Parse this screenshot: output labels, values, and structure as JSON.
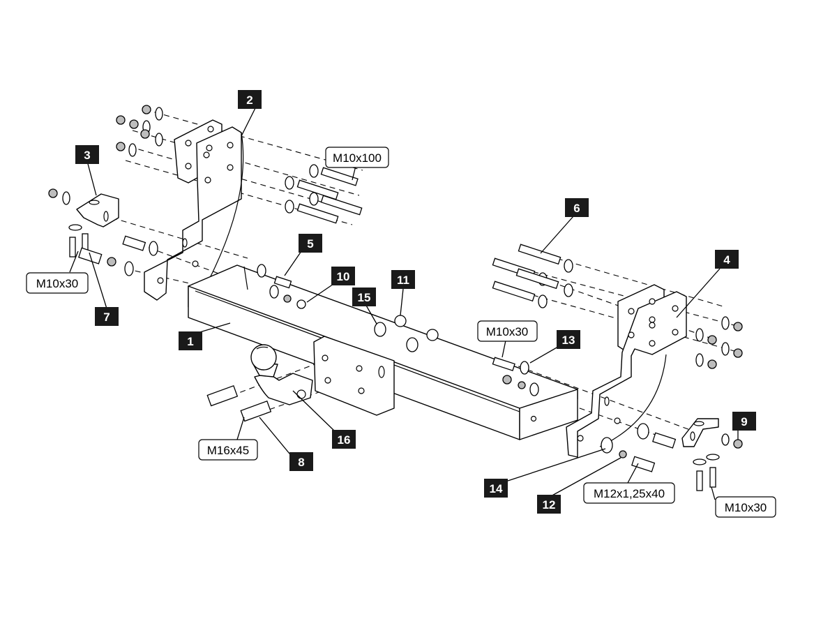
{
  "part_numbers": {
    "p1": "1",
    "p2": "2",
    "p3": "3",
    "p4": "4",
    "p5": "5",
    "p6": "6",
    "p7": "7",
    "p8": "8",
    "p9": "9",
    "p10": "10",
    "p11": "11",
    "p12": "12",
    "p13": "13",
    "p14": "14",
    "p15": "15",
    "p16": "16"
  },
  "specs": {
    "m10x100": "M10x100",
    "m10x30_left": "M10x30",
    "m10x30_center": "M10x30",
    "m10x30_right": "M10x30",
    "m16x45": "M16x45",
    "m12x125x40": "M12x1,25x40"
  }
}
